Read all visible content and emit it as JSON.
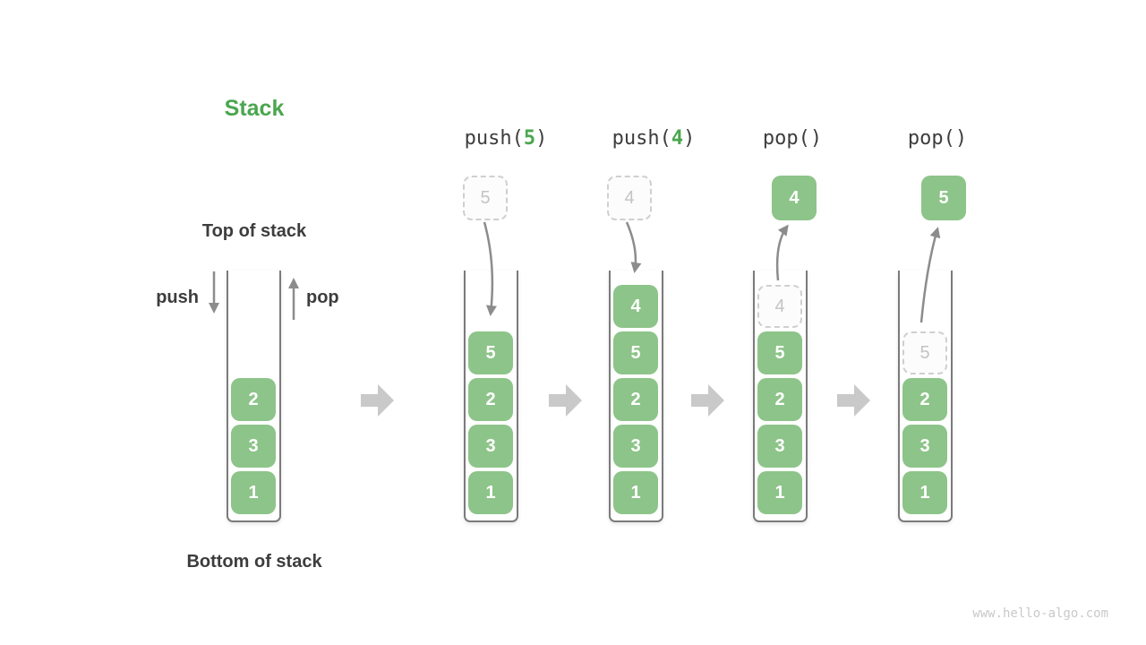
{
  "title": "Stack",
  "annotations": {
    "top_of_stack": "Top of stack",
    "bottom_of_stack": "Bottom of stack",
    "push_label": "push",
    "pop_label": "pop"
  },
  "operations": [
    {
      "name": "push-5",
      "label_pre": "push(",
      "label_arg": "5",
      "label_post": ")",
      "floating_value": "5",
      "floating_style": "dashed"
    },
    {
      "name": "push-4",
      "label_pre": "push(",
      "label_arg": "4",
      "label_post": ")",
      "floating_value": "4",
      "floating_style": "dashed"
    },
    {
      "name": "pop-first",
      "label_pre": "pop()",
      "label_arg": "",
      "label_post": "",
      "floating_value": "4",
      "floating_style": "solid"
    },
    {
      "name": "pop-second",
      "label_pre": "pop()",
      "label_arg": "",
      "label_post": "",
      "floating_value": "5",
      "floating_style": "solid"
    }
  ],
  "columns": [
    {
      "name": "initial-stack",
      "blocks": [
        "2",
        "3",
        "1"
      ]
    },
    {
      "name": "after-push-5",
      "blocks": [
        "5",
        "2",
        "3",
        "1"
      ]
    },
    {
      "name": "after-push-4",
      "blocks": [
        "4",
        "5",
        "2",
        "3",
        "1"
      ]
    },
    {
      "name": "after-pop-4",
      "ghost": "4",
      "blocks": [
        "5",
        "2",
        "3",
        "1"
      ]
    },
    {
      "name": "after-pop-5",
      "ghost": "5",
      "blocks": [
        "2",
        "3",
        "1"
      ]
    }
  ],
  "watermark": "www.hello-algo.com",
  "colors": {
    "brand_green": "#4ba64f",
    "block_green": "#8dc489",
    "text_dark": "#3d3d3d",
    "arrow_gray": "#8c8c8c",
    "flow_arrow_gray": "#c9c9c9",
    "ghost_gray": "#c4c4c4",
    "watermark_gray": "#c9c9c9"
  }
}
